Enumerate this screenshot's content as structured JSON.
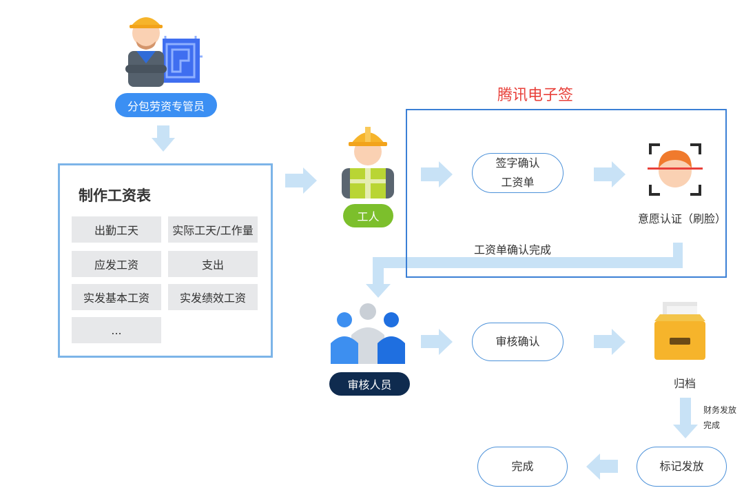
{
  "roles": {
    "subcontract_manager": "分包劳资专管员",
    "worker": "工人",
    "reviewer": "审核人员"
  },
  "salary_table": {
    "title": "制作工资表",
    "items": [
      "出勤工天",
      "实际工天/工作量",
      "应发工资",
      "支出",
      "实发基本工资",
      "实发绩效工资",
      "..."
    ]
  },
  "tencent_esign": {
    "title": "腾讯电子签",
    "confirm_step": [
      "签字确认",
      "工资单"
    ],
    "face_auth": "意愿认证（刷脸）"
  },
  "steps": {
    "payroll_confirmed": "工资单确认完成",
    "review_confirm": "审核确认",
    "archive": "归档",
    "finance_paid": [
      "财务发放",
      "完成"
    ],
    "mark_paid": "标记发放",
    "done": "完成"
  },
  "colors": {
    "manager_pill": "#3b8ff3",
    "worker_pill": "#7cbf2c",
    "reviewer_pill": "#0f2b4f",
    "esign_border": "#3a7fd5",
    "esign_title": "#e8403a",
    "arrow": "#c8e2f6",
    "table_border": "#7cb4e8"
  }
}
